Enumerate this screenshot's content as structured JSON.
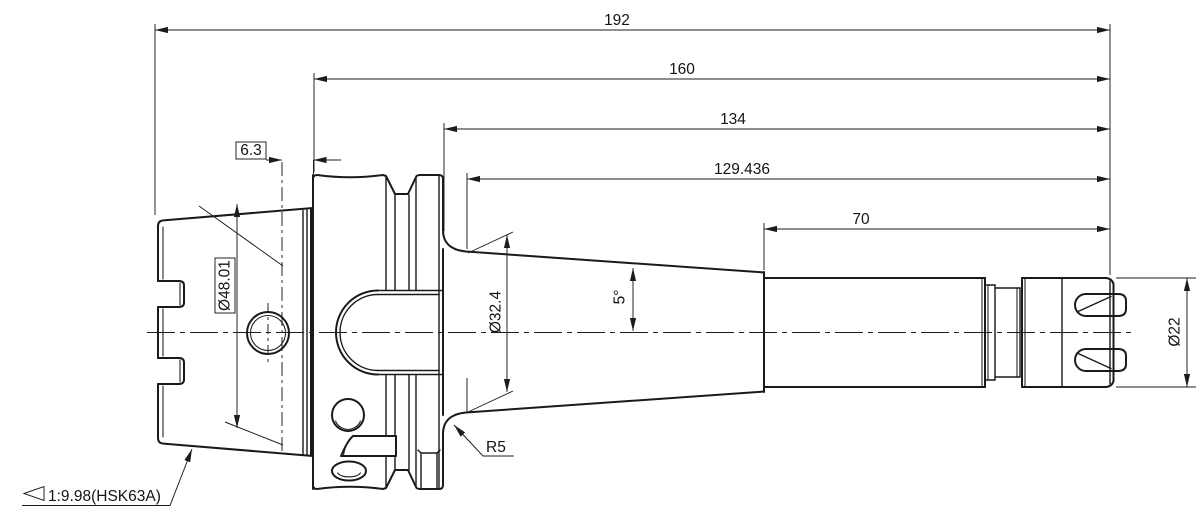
{
  "drawing": {
    "title": "HSK63A collet chuck tool holder - dimensioned side view",
    "units": "mm",
    "line_color": "#1a1a1a",
    "background_color": "#ffffff",
    "dimensions": {
      "d192": "192",
      "d160": "160",
      "d134": "134",
      "d129": "129.436",
      "d70": "70",
      "d63": "6.3",
      "d48": "Ø48.01",
      "d32": "Ø32.4",
      "angle5": "5°",
      "r5": "R5",
      "d22": "Ø22",
      "taper": "1:9.98(HSK63A)"
    }
  }
}
